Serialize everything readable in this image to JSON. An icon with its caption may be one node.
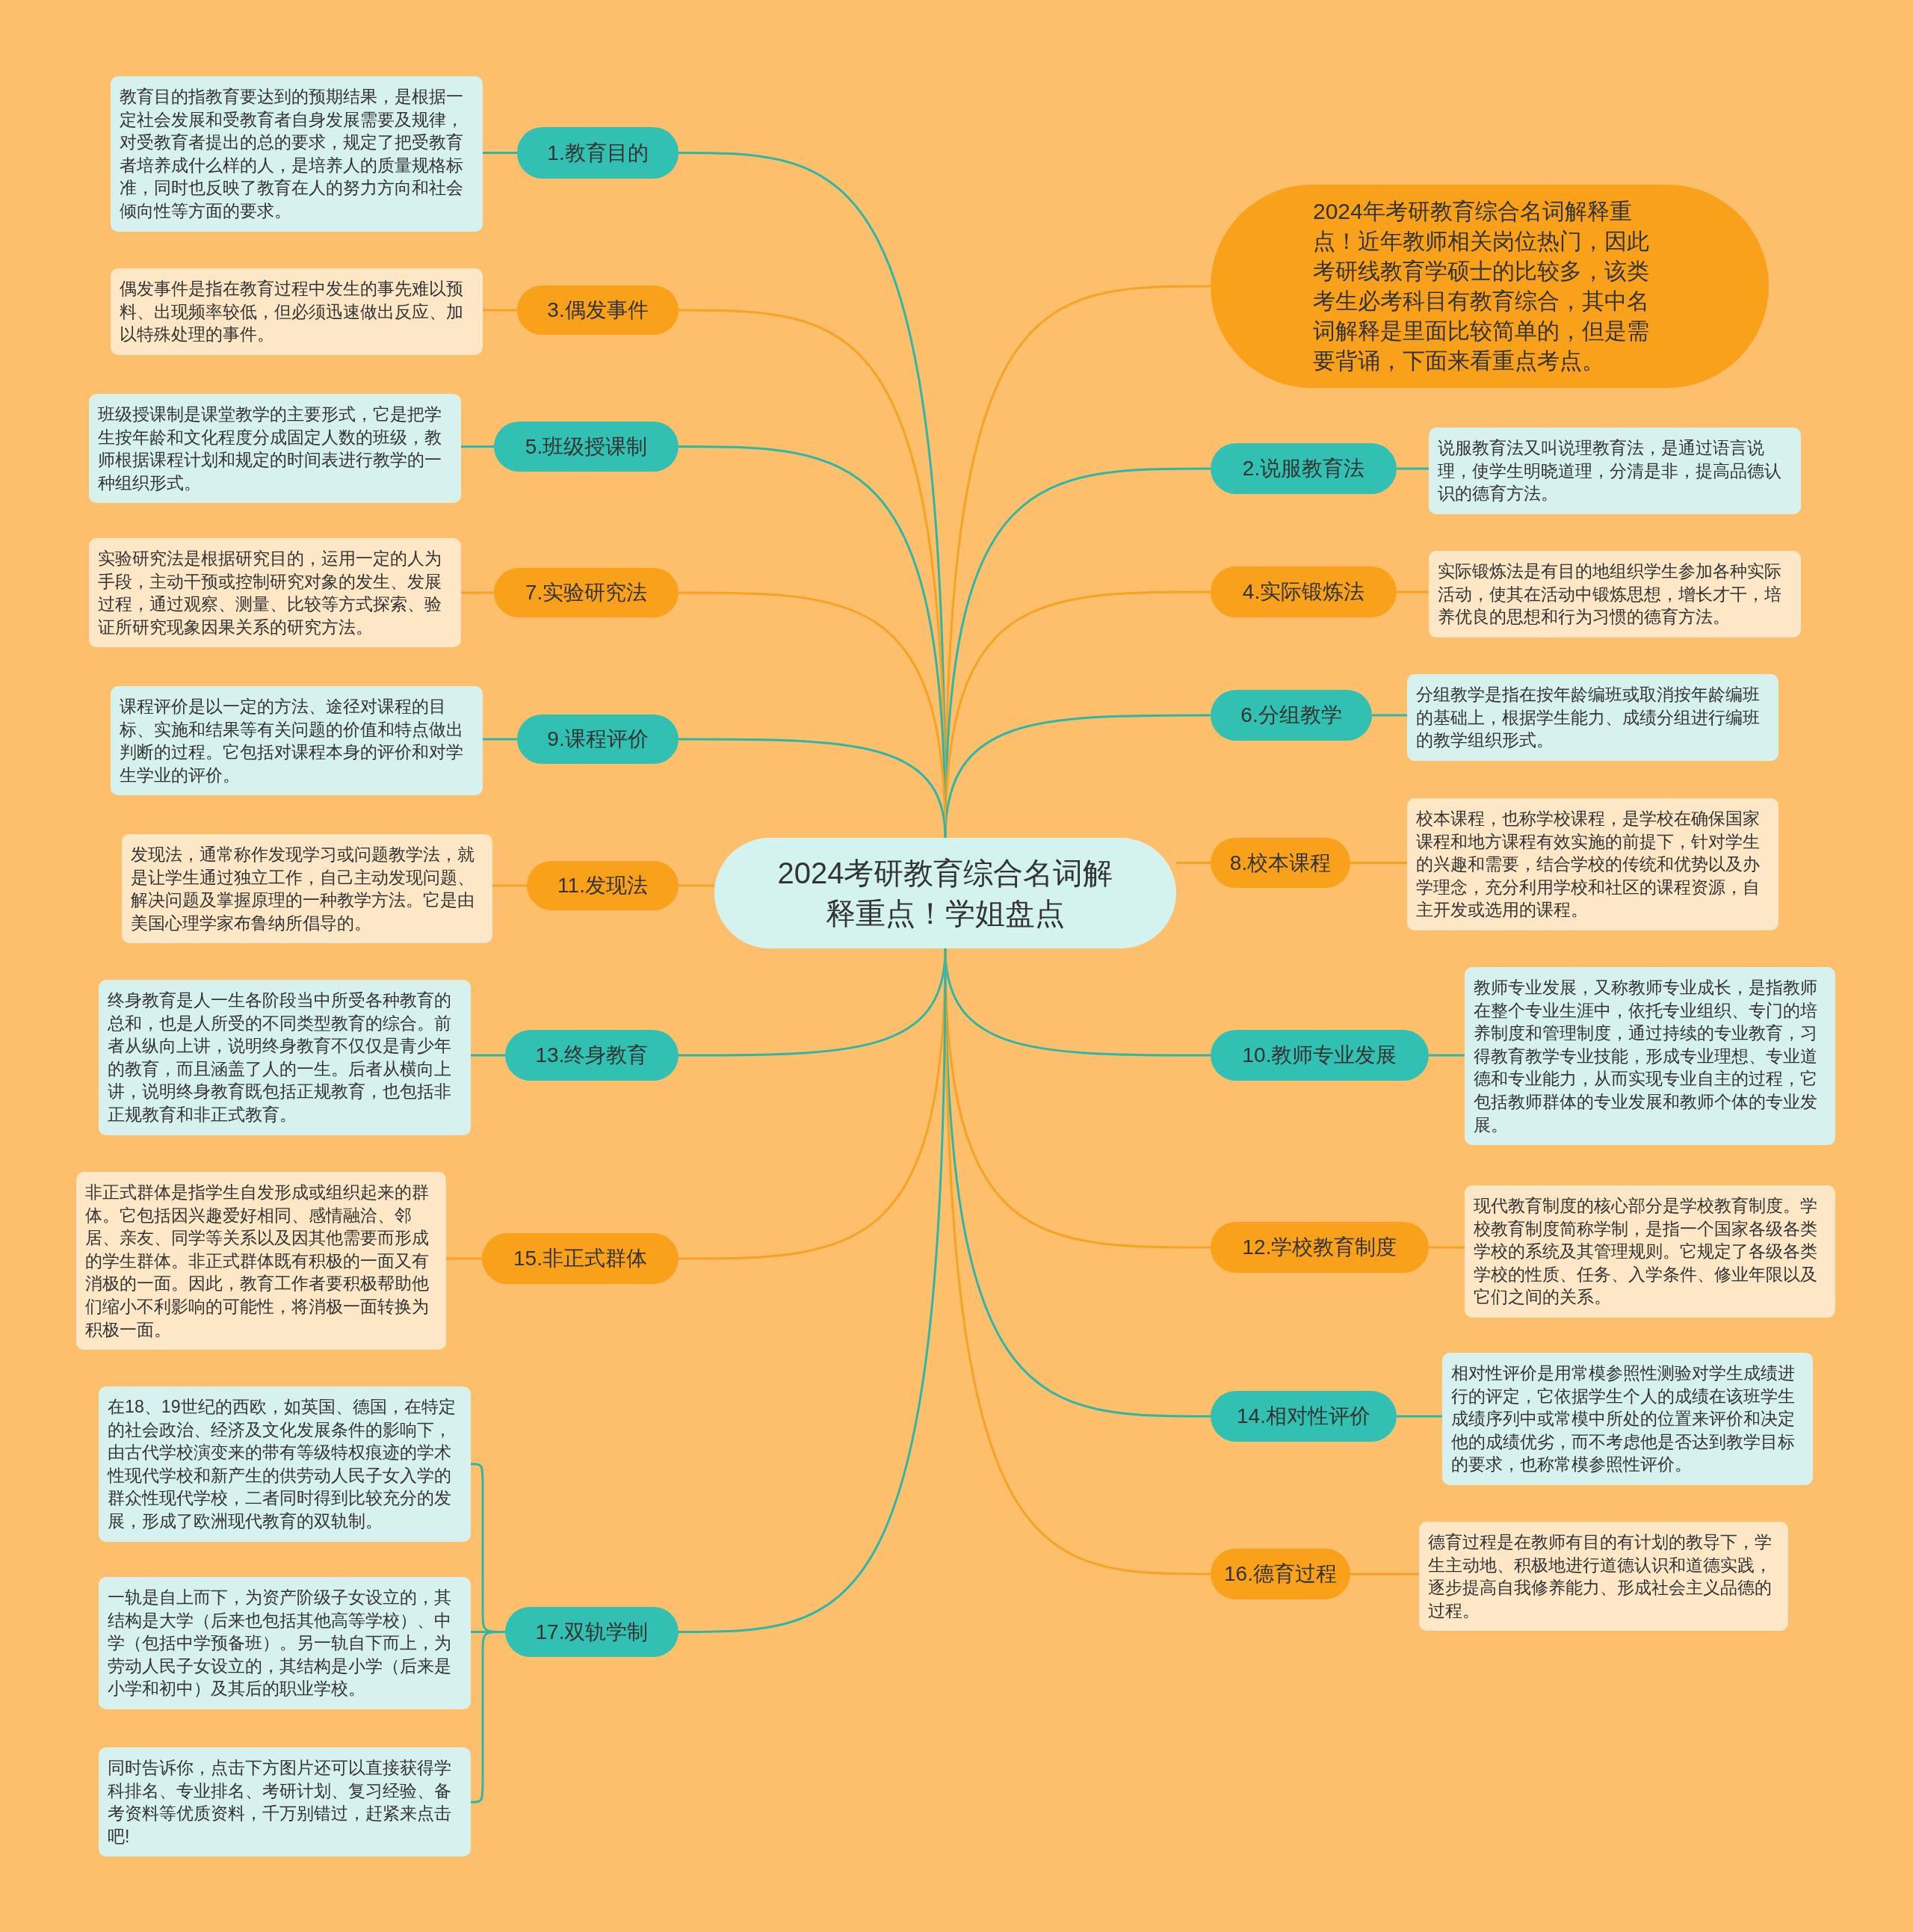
{
  "diagram": {
    "nodes": [
      {
        "text": [
          "2024考研教育综合名词解释重点！学姐盘点"
        ]
      },
      {
        "text": [
          "2024年考研教育综合名词解释重点！近年教师相关岗位热门，因此考研线教育学硕士的比较多，该类考生必考科目有教育综合，其中名词解释是里面比较简单的，但是需要背诵，下面来看重点考点。"
        ]
      },
      {
        "text": [
          "1.教育目的"
        ]
      },
      {
        "text": [
          "教育目的指教育要达到的预期结果，是根据一定社会发展和受教育者自身发展需要及规律，对受教育者提出的总的要求，规定了把受教育者培养成什么样的人，是培养人的质量规格标准，同时也反映了教育在人的努力方向和社会倾向性等方面的要求。"
        ]
      },
      {
        "text": [
          "2.说服教育法"
        ]
      },
      {
        "text": [
          "说服教育法又叫说理教育法，是通过语言说理，使学生明晓道理，分清是非，提高品德认识的德育方法。"
        ]
      },
      {
        "text": [
          "3.偶发事件"
        ]
      },
      {
        "text": [
          "偶发事件是指在教育过程中发生的事先难以预料、出现频率较低，但必须迅速做出反应、加以特殊处理的事件。"
        ]
      },
      {
        "text": [
          "4.实际锻炼法"
        ]
      },
      {
        "text": [
          "实际锻炼法是有目的地组织学生参加各种实际活动，使其在活动中锻炼思想，增长才干，培养优良的思想和行为习惯的德育方法。"
        ]
      },
      {
        "text": [
          "5.班级授课制"
        ]
      },
      {
        "text": [
          "班级授课制是课堂教学的主要形式，它是把学生按年龄和文化程度分成固定人数的班级，教师根据课程计划和规定的时间表进行教学的一种组织形式。"
        ]
      },
      {
        "text": [
          "6.分组教学"
        ]
      },
      {
        "text": [
          "分组教学是指在按年龄编班或取消按年龄编班的基础上，根据学生能力、成绩分组进行编班的教学组织形式。"
        ]
      },
      {
        "text": [
          "7.实验研究法"
        ]
      },
      {
        "text": [
          "实验研究法是根据研究目的，运用一定的人为手段，主动干预或控制研究对象的发生、发展过程，通过观察、测量、比较等方式探索、验证所研究现象因果关系的研究方法。"
        ]
      },
      {
        "text": [
          "8.校本课程"
        ]
      },
      {
        "text": [
          "校本课程，也称学校课程，是学校在确保国家课程和地方课程有效实施的前提下，针对学生的兴趣和需要，结合学校的传统和优势以及办学理念，充分利用学校和社区的课程资源，自主开发或选用的课程。"
        ]
      },
      {
        "text": [
          "9.课程评价"
        ]
      },
      {
        "text": [
          "课程评价是以一定的方法、途径对课程的目标、实施和结果等有关问题的价值和特点做出判断的过程。它包括对课程本身的评价和对学生学业的评价。"
        ]
      },
      {
        "text": [
          "10.教师专业发展"
        ]
      },
      {
        "text": [
          "教师专业发展，又称教师专业成长，是指教师在整个专业生涯中，依托专业组织、专门的培养制度和管理制度，通过持续的专业教育，习得教育教学专业技能，形成专业理想、专业道德和专业能力，从而实现专业自主的过程，它包括教师群体的专业发展和教师个体的专业发展。"
        ]
      },
      {
        "text": [
          "11.发现法"
        ]
      },
      {
        "text": [
          "发现法，通常称作发现学习或问题教学法，就是让学生通过独立工作，自己主动发现问题、解决问题及掌握原理的一种教学方法。它是由美国心理学家布鲁纳所倡导的。"
        ]
      },
      {
        "text": [
          "12.学校教育制度"
        ]
      },
      {
        "text": [
          "现代教育制度的核心部分是学校教育制度。学校教育制度简称学制，是指一个国家各级各类学校的系统及其管理规则。它规定了各级各类学校的性质、任务、入学条件、修业年限以及它们之间的关系。"
        ]
      },
      {
        "text": [
          "13.终身教育"
        ]
      },
      {
        "text": [
          "终身教育是人一生各阶段当中所受各种教育的总和，也是人所受的不同类型教育的综合。前者从纵向上讲，说明终身教育不仅仅是青少年的教育，而且涵盖了人的一生。后者从横向上讲，说明终身教育既包括正规教育，也包括非正规教育和非正式教育。"
        ]
      },
      {
        "text": [
          "14.相对性评价"
        ]
      },
      {
        "text": [
          "相对性评价是用常模参照性测验对学生成绩进行的评定，它依据学生个人的成绩在该班学生成绩序列中或常模中所处的位置来评价和决定他的成绩优劣，而不考虑他是否达到教学目标的要求，也称常模参照性评价。"
        ]
      },
      {
        "text": [
          "15.非正式群体"
        ]
      },
      {
        "text": [
          "非正式群体是指学生自发形成或组织起来的群体。它包括因兴趣爱好相同、感情融洽、邻居、亲友、同学等关系以及因其他需要而形成的学生群体。非正式群体既有积极的一面又有消极的一面。因此，教育工作者要积极帮助他们缩小不利影响的可能性，将消极一面转换为积极一面。"
        ]
      },
      {
        "text": [
          "16.德育过程"
        ]
      },
      {
        "text": [
          "德育过程是在教师有目的有计划的教导下，学生主动地、积极地进行道德认识和道德实践，逐步提高自我修养能力、形成社会主义品德的过程。"
        ]
      },
      {
        "text": [
          "17.双轨学制"
        ]
      },
      {
        "text": [
          "在18、19世纪的西欧，如英国、德国，在特定的社会政治、经济及文化发展条件的影响下，由古代学校演变来的带有等级特权痕迹的学术性现代学校和新产生的供劳动人民子女入学的群众性现代学校，二者同时得到比较充分的发展，形成了欧洲现代教育的双轨制。"
        ]
      },
      {
        "text": [
          "一轨是自上而下，为资产阶级子女设立的，其结构是大学（后来也包括其他高等学校）、中学（包括中学预备班）。另一轨自下而上，为劳动人民子女设立的，其结构是小学（后来是小学和初中）及其后的职业学校。"
        ]
      },
      {
        "text": [
          "同时告诉你，点击下方图片还可以直接获得学科排名、专业排名、考研计划、复习经验、备考资料等优质资料，千万别错过，赶紧来点击吧!"
        ]
      }
    ],
    "edges": [
      {
        "from": 0,
        "to": 1,
        "arrow": "none",
        "color": "#f7a223"
      },
      {
        "from": 0,
        "to": 2,
        "arrow": "none"
      },
      {
        "from": 2,
        "to": 3,
        "arrow": "none"
      },
      {
        "from": 0,
        "to": 4,
        "arrow": "none"
      },
      {
        "from": 4,
        "to": 5,
        "arrow": "none"
      },
      {
        "from": 0,
        "to": 6,
        "arrow": "none",
        "color": "#f7a223"
      },
      {
        "from": 6,
        "to": 7,
        "arrow": "none",
        "color": "#f7a223"
      },
      {
        "from": 0,
        "to": 8,
        "arrow": "none",
        "color": "#f7a223"
      },
      {
        "from": 8,
        "to": 9,
        "arrow": "none",
        "color": "#f7a223"
      },
      {
        "from": 0,
        "to": 10,
        "arrow": "none"
      },
      {
        "from": 10,
        "to": 11,
        "arrow": "none"
      },
      {
        "from": 0,
        "to": 12,
        "arrow": "none"
      },
      {
        "from": 12,
        "to": 13,
        "arrow": "none"
      },
      {
        "from": 0,
        "to": 14,
        "arrow": "none",
        "color": "#f7a223"
      },
      {
        "from": 14,
        "to": 15,
        "arrow": "none",
        "color": "#f7a223"
      },
      {
        "from": 0,
        "to": 16,
        "arrow": "none",
        "color": "#f7a223"
      },
      {
        "from": 16,
        "to": 17,
        "arrow": "none",
        "color": "#f7a223"
      },
      {
        "from": 0,
        "to": 18,
        "arrow": "none"
      },
      {
        "from": 18,
        "to": 19,
        "arrow": "none"
      },
      {
        "from": 0,
        "to": 20,
        "arrow": "none"
      },
      {
        "from": 20,
        "to": 21,
        "arrow": "none"
      },
      {
        "from": 0,
        "to": 22,
        "arrow": "none",
        "color": "#f7a223"
      },
      {
        "from": 22,
        "to": 23,
        "arrow": "none",
        "color": "#f7a223"
      },
      {
        "from": 0,
        "to": 24,
        "arrow": "none",
        "color": "#f7a223"
      },
      {
        "from": 24,
        "to": 25,
        "arrow": "none",
        "color": "#f7a223"
      },
      {
        "from": 0,
        "to": 26,
        "arrow": "none"
      },
      {
        "from": 26,
        "to": 27,
        "arrow": "none"
      },
      {
        "from": 0,
        "to": 28,
        "arrow": "none"
      },
      {
        "from": 28,
        "to": 29,
        "arrow": "none"
      },
      {
        "from": 0,
        "to": 30,
        "arrow": "none",
        "color": "#f7a223"
      },
      {
        "from": 30,
        "to": 31,
        "arrow": "none",
        "color": "#f7a223"
      },
      {
        "from": 0,
        "to": 32,
        "arrow": "none",
        "color": "#f7a223"
      },
      {
        "from": 32,
        "to": 33,
        "arrow": "none",
        "color": "#f7a223"
      },
      {
        "from": 0,
        "to": 34,
        "arrow": "none"
      },
      {
        "from": 34,
        "to": 35,
        "arrow": "none"
      },
      {
        "from": 34,
        "to": 36,
        "arrow": "none"
      },
      {
        "from": 34,
        "to": 37,
        "arrow": "none"
      }
    ]
  }
}
